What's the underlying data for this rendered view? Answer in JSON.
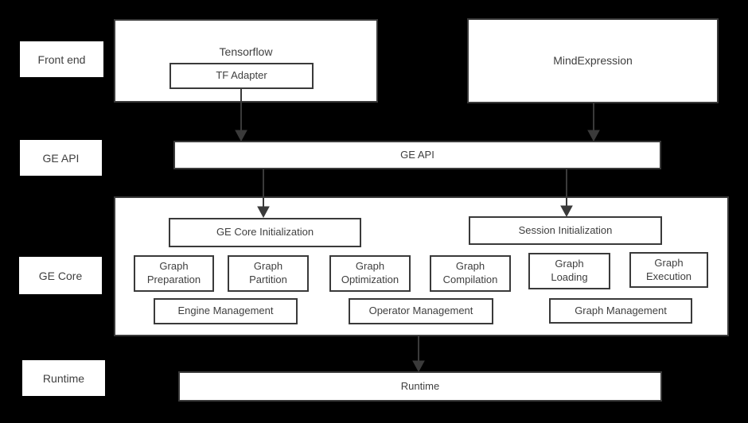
{
  "colors": {
    "background": "#000000",
    "box_fill": "#ffffff",
    "box_border": "#3a3a3a",
    "text": "#3f3f3f",
    "arrow": "#3a3a3a"
  },
  "layers": {
    "front_end": "Front end",
    "ge_api": "GE API",
    "ge_core": "GE Core",
    "runtime": "Runtime"
  },
  "nodes": {
    "tensorflow": "Tensorflow",
    "tf_adapter": "TF Adapter",
    "mind_expression": "MindExpression",
    "ge_api_bar": "GE API",
    "ge_core_initialization": "GE Core Initialization",
    "session_initialization": "Session Initialization",
    "graph_preparation": "Graph Preparation",
    "graph_partition": "Graph Partition",
    "graph_optimization": "Graph Optimization",
    "graph_compilation": "Graph Compilation",
    "graph_loading": "Graph Loading",
    "graph_execution": "Graph Execution",
    "engine_management": "Engine Management",
    "operator_management": "Operator Management",
    "graph_management": "Graph Management",
    "runtime_bar": "Runtime"
  }
}
